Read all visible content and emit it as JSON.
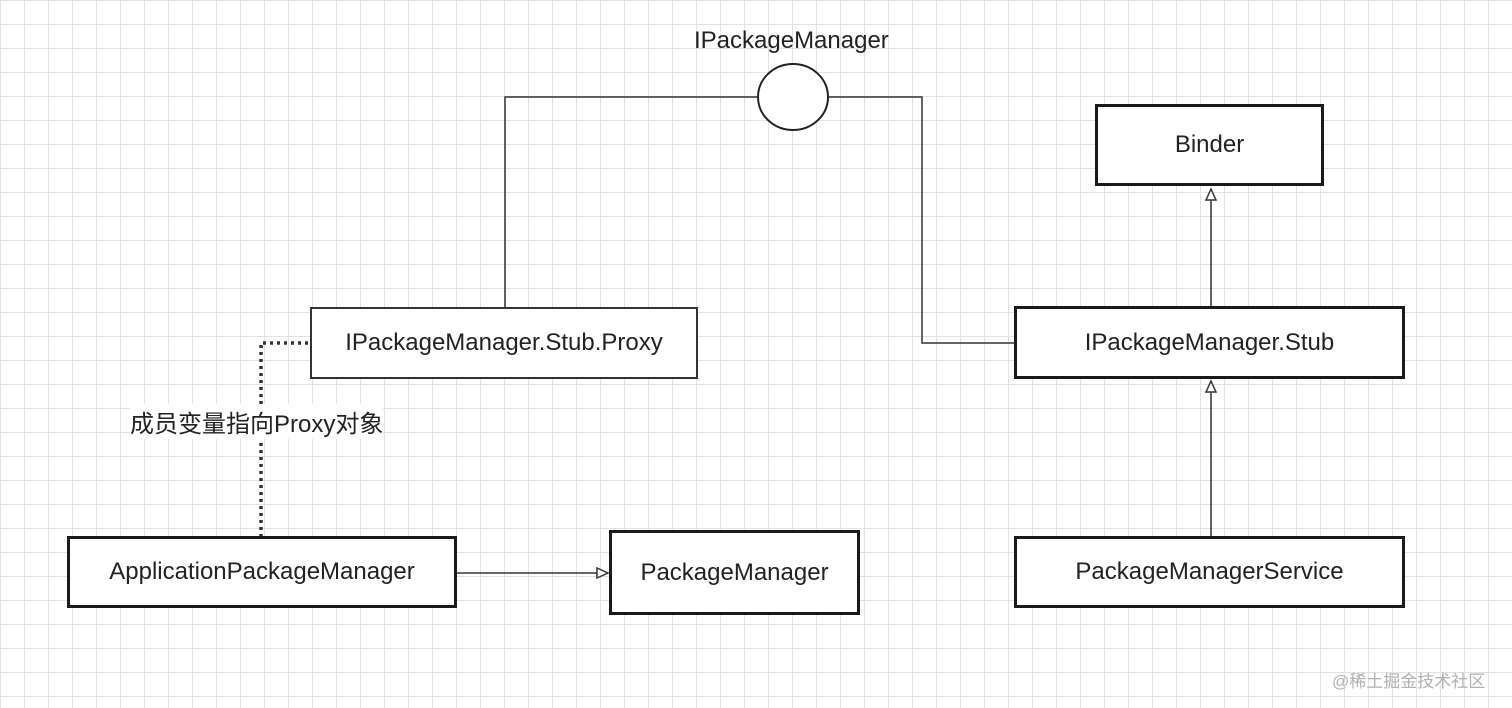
{
  "interface": {
    "name": "IPackageManager"
  },
  "nodes": {
    "binder": "Binder",
    "stub_proxy": "IPackageManager.Stub.Proxy",
    "stub": "IPackageManager.Stub",
    "application_package_manager": "ApplicationPackageManager",
    "package_manager": "PackageManager",
    "package_manager_service": "PackageManagerService"
  },
  "annotations": {
    "member_variable_note": "成员变量指向Proxy对象"
  },
  "watermark": {
    "text": "@稀土掘金技术社区"
  },
  "colors": {
    "line": "#333333",
    "grid": "#e2e2e2",
    "watermark": "#b0b0b0"
  }
}
